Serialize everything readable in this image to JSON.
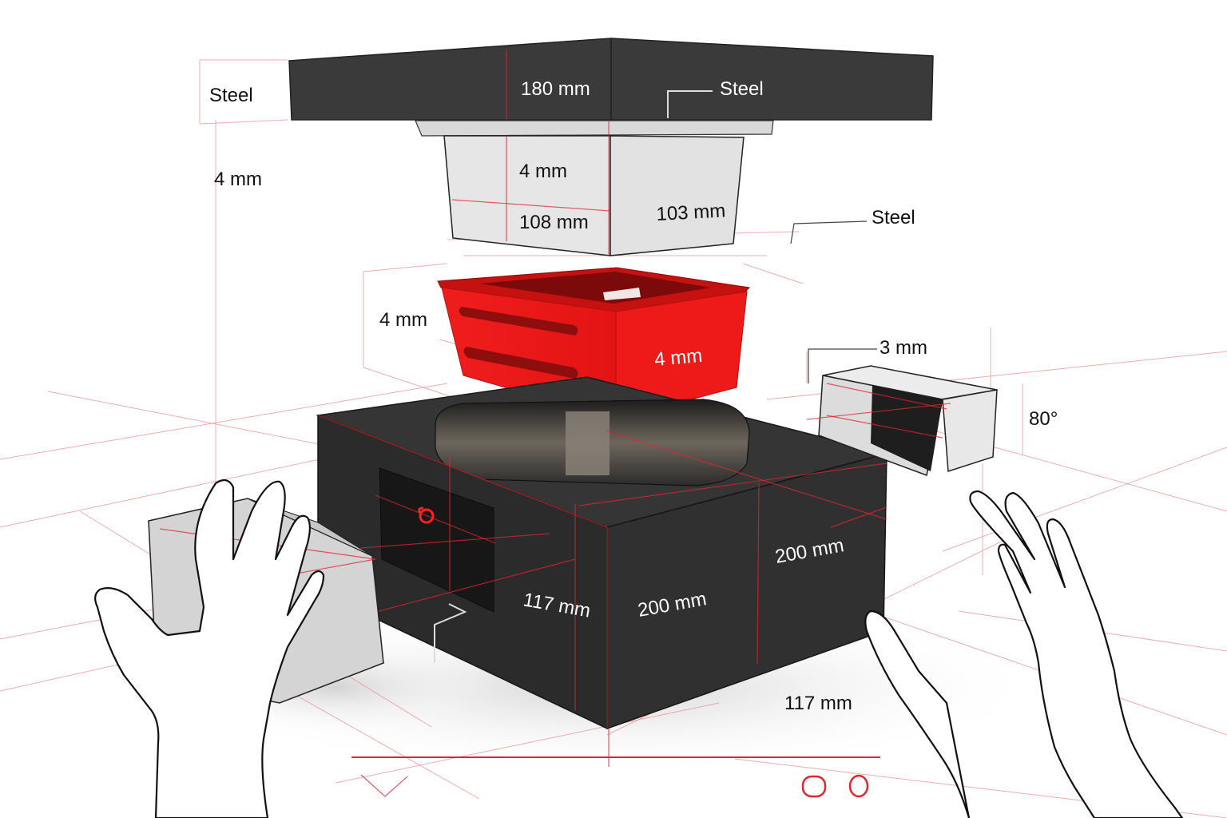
{
  "diagram": {
    "type": "exploded-assembly",
    "colors": {
      "accent_red": "#ee1c1c",
      "dark_body": "#2e2e2e",
      "lid_dark": "#3a3a3a",
      "steel_grey": "#e4e4e4",
      "guide_line": "#e0262b",
      "background": "#ffffff"
    },
    "labels": {
      "top_left_material": "Steel",
      "lid_dimension": "180 mm",
      "lid_material": "Steel",
      "left_height": "4 mm",
      "insert_upper_dim": "4 mm",
      "insert_width": "108 mm",
      "insert_depth": "103 mm",
      "insert_material": "Steel",
      "basket_gap": "4 mm",
      "basket_wall": "4 mm",
      "side_block_dim": "3 mm",
      "side_block_height": "80°",
      "base_front_depth": "117 mm",
      "base_front_height": "200 mm",
      "base_side_height": "200 mm",
      "base_bottom_width": "117 mm"
    },
    "parts": [
      {
        "id": "lid",
        "name": "Top lid",
        "material": "Steel",
        "color": "dark"
      },
      {
        "id": "insert",
        "name": "Steel insert tray",
        "material": "Steel",
        "color": "light-grey"
      },
      {
        "id": "basket",
        "name": "Red slotted basket",
        "color": "red"
      },
      {
        "id": "base",
        "name": "Base housing",
        "color": "dark"
      },
      {
        "id": "side-block",
        "name": "Side connector block",
        "color": "light-grey/dark"
      },
      {
        "id": "front-block",
        "name": "Front wedge block",
        "color": "light-grey"
      }
    ],
    "base_icon": "fan-icon",
    "bottom_markers": [
      "circle-marker",
      "circle-marker"
    ]
  }
}
